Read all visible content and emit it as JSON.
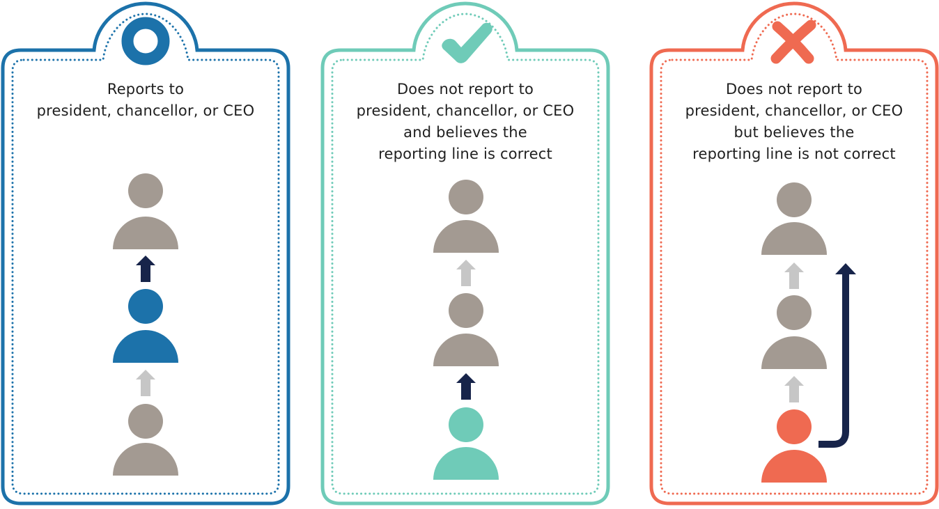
{
  "colors": {
    "blue": "#1c72aa",
    "teal": "#6fcbb8",
    "coral": "#ef6a51",
    "gray_person": "#a39a92",
    "light_arrow": "#c6c6c6",
    "dark_arrow": "#17244a"
  },
  "panels": [
    {
      "id": "reports",
      "badge_icon": "ring-icon",
      "color": "#1c72aa",
      "lines": [
        "Reports to",
        "president, chancellor, or CEO"
      ]
    },
    {
      "id": "not-report-correct",
      "badge_icon": "checkmark-icon",
      "color": "#6fcbb8",
      "lines": [
        "Does not report to",
        "president, chancellor, or CEO",
        "and believes the",
        "reporting line is correct"
      ]
    },
    {
      "id": "not-report-incorrect",
      "badge_icon": "cross-icon",
      "color": "#ef6a51",
      "lines": [
        "Does not report to",
        "president, chancellor, or CEO",
        "but believes the",
        "reporting line is not correct"
      ]
    }
  ]
}
